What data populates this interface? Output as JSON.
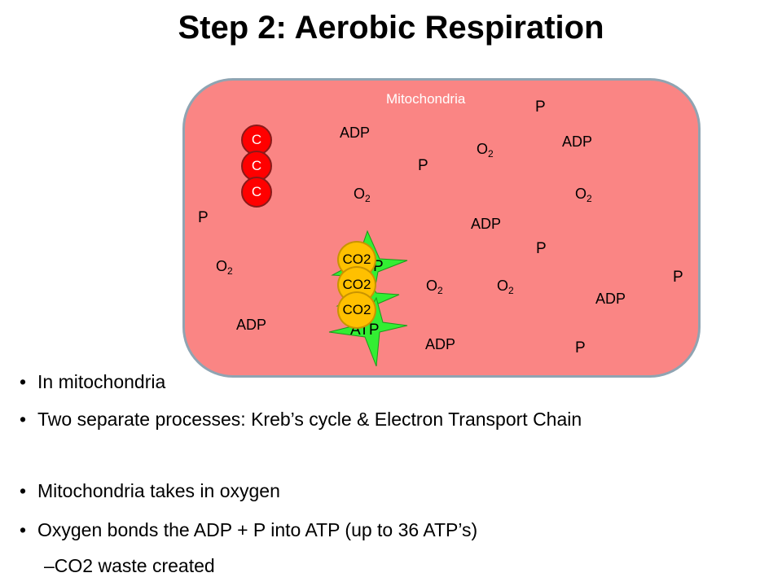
{
  "title": "Step 2: Aerobic Respiration",
  "diagram": {
    "mitochondria_label": "Mitochondria",
    "adp_label": "ADP",
    "p_label": "P",
    "o2_base": "O",
    "o2_sub": "2",
    "carbon_label": "C",
    "co2_label": "CO2",
    "atp_label": "ATP",
    "colors": {
      "mitochondria_fill": "#fa8584",
      "mitochondria_border": "#8fa4b2",
      "carbon": "#ff0000",
      "co2": "#ffc000",
      "atp_star": "#33ee33"
    }
  },
  "bullets": [
    "In mitochondria",
    "Two separate processes: Kreb’s cycle & Electron Transport Chain",
    "Mitochondria takes in oxygen",
    "Oxygen bonds the ADP + P into ATP (up to 36 ATP’s)"
  ],
  "sub_bullet": "–CO2 waste created"
}
